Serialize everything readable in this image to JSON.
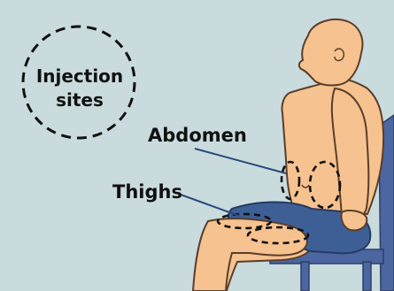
{
  "legend": {
    "title": "Injection sites"
  },
  "labels": {
    "abdomen": "Abdomen",
    "thighs": "Thighs"
  },
  "colors": {
    "background": "#c9dbdd",
    "skin": "#f6c28f",
    "skin_outline": "#5a3e2b",
    "shorts": "#3e5f96",
    "chair": "#4b66a0",
    "dashes": "#111111"
  }
}
